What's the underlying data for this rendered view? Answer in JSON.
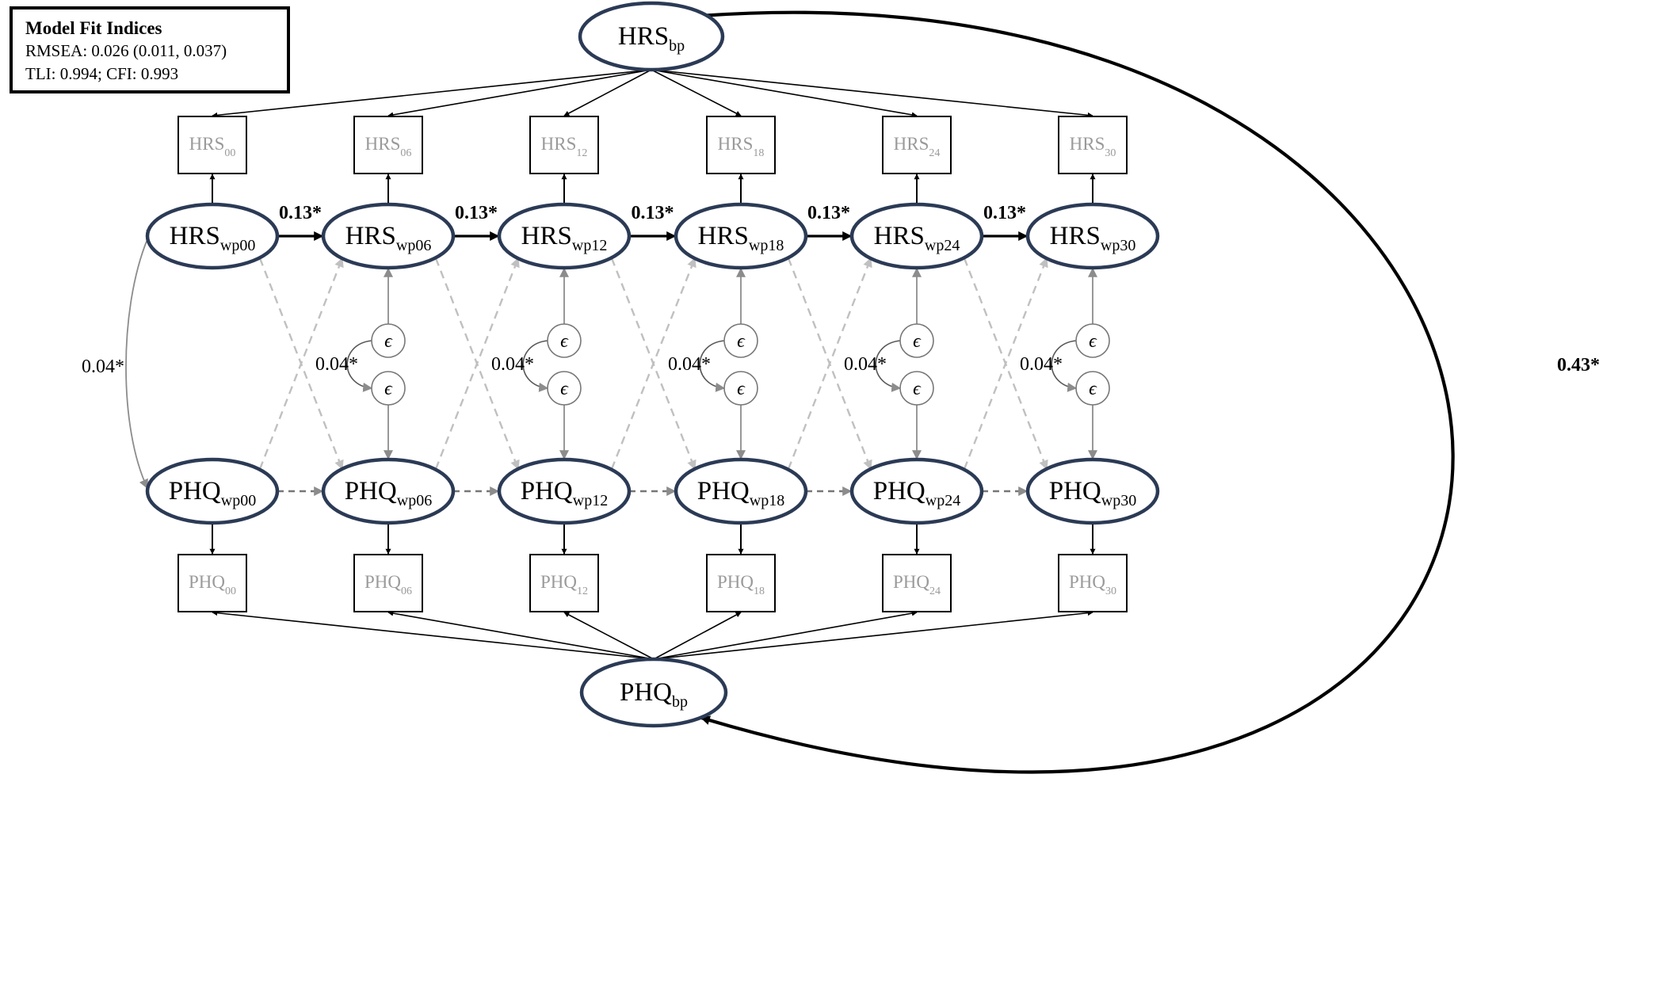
{
  "fit": {
    "title": "Model Fit Indices",
    "line1": "RMSEA: 0.026 (0.011, 0.037)",
    "line2": "TLI: 0.994; CFI: 0.993"
  },
  "waves": [
    "00",
    "06",
    "12",
    "18",
    "24",
    "30"
  ],
  "latents": {
    "hrs_bp": {
      "base": "HRS",
      "sub": "bp"
    },
    "phq_bp": {
      "base": "PHQ",
      "sub": "bp"
    },
    "hrs_wp": [
      {
        "base": "HRS",
        "sub": "wp00"
      },
      {
        "base": "HRS",
        "sub": "wp06"
      },
      {
        "base": "HRS",
        "sub": "wp12"
      },
      {
        "base": "HRS",
        "sub": "wp18"
      },
      {
        "base": "HRS",
        "sub": "wp24"
      },
      {
        "base": "HRS",
        "sub": "wp30"
      }
    ],
    "phq_wp": [
      {
        "base": "PHQ",
        "sub": "wp00"
      },
      {
        "base": "PHQ",
        "sub": "wp06"
      },
      {
        "base": "PHQ",
        "sub": "wp12"
      },
      {
        "base": "PHQ",
        "sub": "wp18"
      },
      {
        "base": "PHQ",
        "sub": "wp24"
      },
      {
        "base": "PHQ",
        "sub": "wp30"
      }
    ]
  },
  "observed": {
    "hrs": [
      {
        "base": "HRS",
        "sub": "00"
      },
      {
        "base": "HRS",
        "sub": "06"
      },
      {
        "base": "HRS",
        "sub": "12"
      },
      {
        "base": "HRS",
        "sub": "18"
      },
      {
        "base": "HRS",
        "sub": "24"
      },
      {
        "base": "HRS",
        "sub": "30"
      }
    ],
    "phq": [
      {
        "base": "PHQ",
        "sub": "00"
      },
      {
        "base": "PHQ",
        "sub": "06"
      },
      {
        "base": "PHQ",
        "sub": "12"
      },
      {
        "base": "PHQ",
        "sub": "18"
      },
      {
        "base": "PHQ",
        "sub": "24"
      },
      {
        "base": "PHQ",
        "sub": "30"
      }
    ]
  },
  "residual_symbol": "ϵ",
  "coefficients": {
    "hrs_autoregressive": [
      "0.13*",
      "0.13*",
      "0.13*",
      "0.13*",
      "0.13*"
    ],
    "initial_covariance": "0.04*",
    "residual_covariances": [
      "0.04*",
      "0.04*",
      "0.04*",
      "0.04*",
      "0.04*"
    ],
    "bp_covariance": "0.43*"
  }
}
